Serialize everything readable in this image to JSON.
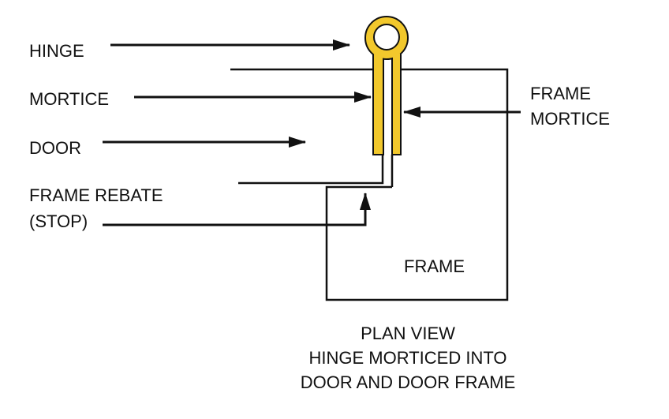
{
  "labels": {
    "hinge": "HINGE",
    "mortice": "MORTICE",
    "door": "DOOR",
    "frame_rebate_line1": "FRAME REBATE",
    "frame_rebate_line2": "(STOP)",
    "frame_mortice_line1": "FRAME",
    "frame_mortice_line2": "MORTICE",
    "frame": "FRAME"
  },
  "caption": {
    "line1": "PLAN VIEW",
    "line2": "HINGE MORTICED INTO",
    "line3": "DOOR AND DOOR FRAME"
  },
  "colors": {
    "hinge": "#f2c82c",
    "line": "#111111"
  }
}
